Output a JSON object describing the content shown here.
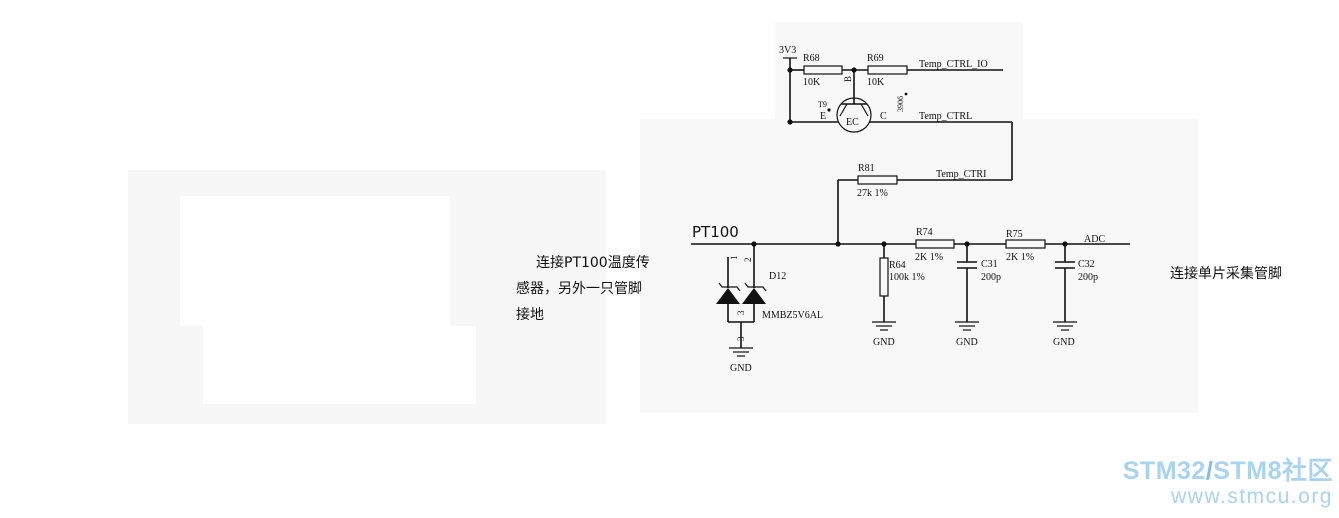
{
  "schematic": {
    "supply_label": "3V3",
    "r68": {
      "ref": "R68",
      "value": "10K"
    },
    "r69": {
      "ref": "R69",
      "value": "10K"
    },
    "temp_ctrl_io": "Temp_CTRL_IO",
    "transistor": {
      "ref": "T9",
      "part": "3906",
      "base": "B",
      "emitter": "E",
      "collector": "C",
      "body_label": "EC"
    },
    "temp_ctrl_net": "Temp_CTRL",
    "r81": {
      "ref": "R81",
      "value": "27k 1%"
    },
    "temp_ctri_net": "Temp_CTRI",
    "pt100_label": "PT100",
    "d12": {
      "ref": "D12",
      "part": "MMBZ5V6AL",
      "pin1": "1",
      "pin2": "2",
      "pin3": "3",
      "pin3b": "3"
    },
    "r64": {
      "ref": "R64",
      "value": "100k 1%"
    },
    "r74": {
      "ref": "R74",
      "value": "2K 1%"
    },
    "r75": {
      "ref": "R75",
      "value": "2K 1%"
    },
    "c31": {
      "ref": "C31",
      "value": "200p"
    },
    "c32": {
      "ref": "C32",
      "value": "200p"
    },
    "adc_label": "ADC",
    "gnd": "GND"
  },
  "annotations": {
    "left_lines": [
      "连接PT100温度传",
      "感器，另外一只管脚",
      "接地"
    ],
    "right": "连接单片采集管脚"
  },
  "watermark": {
    "line1_part1": "STM32",
    "line1_slash": "/",
    "line1_part2": "STM8",
    "line1_part3": "社区",
    "line2": "www.stmcu.org"
  },
  "colors": {
    "watermark": "#a9d3ee",
    "panel": "#f7f7f7"
  }
}
